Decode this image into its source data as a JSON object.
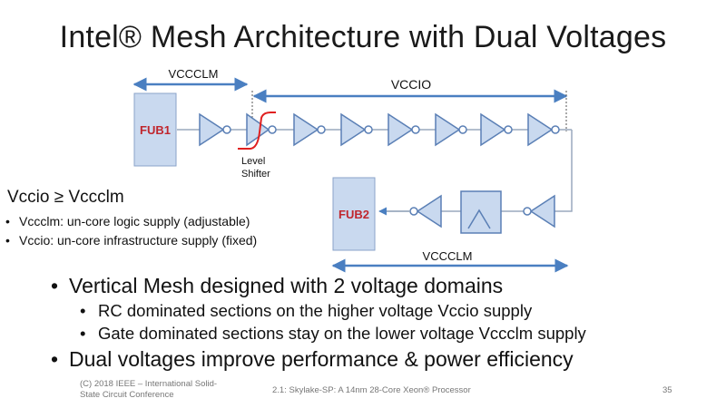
{
  "title": "Intel® Mesh Architecture with Dual Voltages",
  "diagram": {
    "vccclm_top_label": "VCCCLM",
    "vccio_label": "VCCIO",
    "vccclm_bottom_label": "VCCCLM",
    "fub1_label": "FUB1",
    "fub2_label": "FUB2",
    "level_shifter_line1": "Level",
    "level_shifter_line2": "Shifter",
    "colors": {
      "arrow": "#4a7fc1",
      "fub_fill": "#c9d9ef",
      "fub_text": "#c0262d",
      "buffer_stroke": "#5a7fb5",
      "level_shifter_red": "#e02020",
      "wire": "#9aa9bd"
    }
  },
  "condition": "Vccio ≥ Vccclm",
  "side_bullets": [
    "Vccclm: un-core logic supply (adjustable)",
    "Vccio: un-core infrastructure supply (fixed)"
  ],
  "main_bullets": [
    "Vertical Mesh designed with 2 voltage domains",
    "RC dominated sections on the higher voltage Vccio supply",
    "Gate dominated sections stay on the lower voltage Vccclm supply",
    "Dual voltages improve performance & power efficiency"
  ],
  "footer": {
    "left": "(C) 2018 IEEE – International Solid-State Circuit Conference",
    "center": "2.1: Skylake-SP: A 14nm 28-Core Xeon® Processor",
    "page_number": "35"
  }
}
